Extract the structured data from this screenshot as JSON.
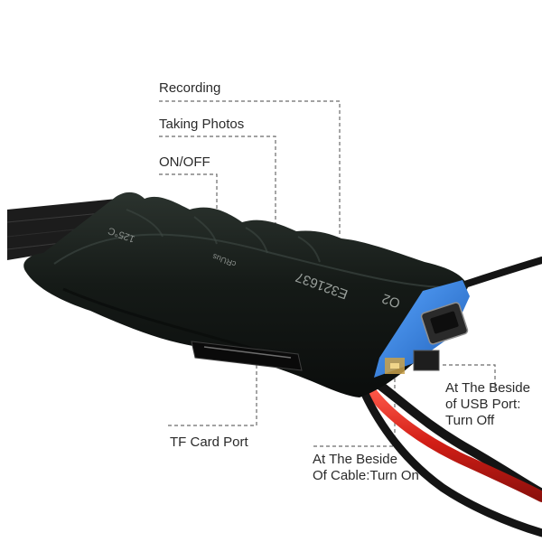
{
  "labels": {
    "recording": "Recording",
    "taking_photos": "Taking Photos",
    "on_off": "ON/OFF",
    "tf_card_port": "TF Card Port",
    "turn_on": "At The Beside\nOf Cable:Turn On",
    "turn_off": "At The Beside\nof USB Port:\nTurn Off"
  },
  "pcb_print": {
    "code": "E321637",
    "suffix": "O2",
    "temp": "125°C",
    "cert": "cRUus"
  },
  "colors": {
    "background": "#ffffff",
    "shrink_wrap": "#151a17",
    "ribbon_cable": "#1c1c1c",
    "wire_red": "#d21e16",
    "wire_black": "#141414",
    "pcb_blue": "#2f7fe0",
    "leader_line": "#6b6b6b",
    "label_text": "#2a2a2a"
  }
}
